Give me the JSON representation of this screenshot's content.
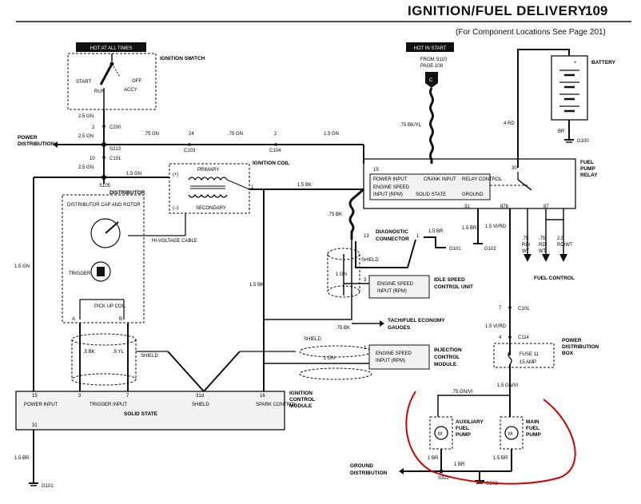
{
  "header": {
    "title": "IGNITION/FUEL DELIVERY",
    "page": "109",
    "subtitle": "(For Component Locations See Page 201)"
  },
  "tags": {
    "hot_always": "HOT AT ALL TIMES",
    "hot_start": "HOT IN START"
  },
  "components": {
    "ignition_switch": "IGNITION SWITCH",
    "ignition_coil": "IGNITION COIL",
    "distributor": "DISTRIBUTOR",
    "distributor_cap": "DISTRIBUTOR CAP AND ROTOR",
    "trigger": "TRIGGER",
    "pickup_coil": "PICK UP COIL",
    "hv_cable": "HI-VOLTAGE CABLE",
    "battery": "BATTERY",
    "fuel_pump_relay": "FUEL PUMP RELAY",
    "diag_connector": "DIAGNOSTIC CONNECTOR",
    "idle_unit": "IDLE SPEED CONTROL UNIT",
    "injection_module": "INJECTION CONTROL MODULE",
    "ignition_module": "IGNITION CONTROL MODULE",
    "pdb": "POWER DISTRIBUTION BOX",
    "fuse": "FUSE 11",
    "fuse_amp": "15 AMP",
    "aux_pump": "AUXILIARY FUEL PUMP",
    "main_pump": "MAIN FUEL PUMP",
    "fuel_control": "FUEL CONTROL",
    "tach": "TACH/FUEL ECONOMY GAUGES",
    "power_dist": "POWER DISTRIBUTION",
    "ground_dist": "GROUND DISTRIBUTION",
    "from_s110": "FROM S110",
    "page_108": "PAGE 108",
    "solid_state": "SOLID STATE",
    "shield": "SHIELD",
    "primary": "PRIMARY",
    "secondary": "SECONDARY",
    "engine_speed_input": "ENGINE SPEED INPUT (RPM)",
    "power_input": "POWER INPUT",
    "crank_input": "CRANK INPUT",
    "relay_control": "RELAY CONTROL",
    "ground": "GROUND",
    "trigger_input": "TRIGGER INPUT",
    "spark_control": "SPARK CONTROL",
    "switch_start": "START",
    "switch_run": "RUN",
    "switch_off": "OFF",
    "switch_accy": "ACCY"
  },
  "wires": {
    "gn25": "2.5 GN",
    "gn75": ".75 GN",
    "gn15": "1.5 GN",
    "gn1": "1 GN",
    "bk15": "1.5 BK",
    "bk75": ".75 BK",
    "bk5": ".5 BK",
    "yl5": ".5 YL",
    "bkyl": ".75 BK/YL",
    "rd4": "4 RD",
    "br": "BR",
    "br15": "1.5 BR",
    "br1": "1 BR",
    "vird": "1.5 VI/RD",
    "gnvi15": "1.5 GN/VI",
    "gnvi75": ".75 GN/VI",
    "rdwt": ".75 RD/ WT",
    "rdwt25": "2.5 RD/WT"
  },
  "connectors": {
    "c200": "C200",
    "s213": "S213",
    "c101": "C101",
    "s105": "S105",
    "c103": "C103",
    "c104": "C104",
    "g100": "G100",
    "g101": "G101",
    "g102": "G102",
    "c114": "C114",
    "s322": "S322",
    "g302": "G302",
    "c": "C"
  },
  "pins": {
    "p2": "2",
    "p10": "10",
    "p24": "24",
    "p15": "15",
    "p30": "30",
    "p31": "31",
    "p87b": "87b",
    "p87": "87",
    "p13": "13",
    "p1": "1",
    "p3": "3",
    "p7": "7",
    "p31d": "31d",
    "p16": "16",
    "pA": "A",
    "pB": "B",
    "plus": "(+)",
    "minus": "(–)",
    "p4": "4"
  }
}
